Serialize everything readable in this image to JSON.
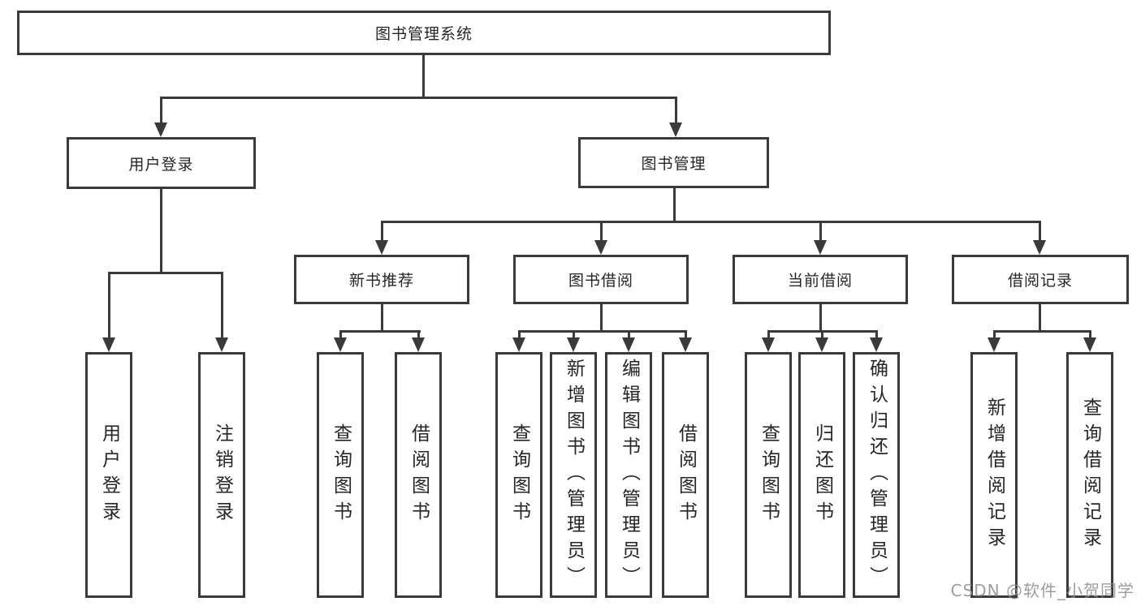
{
  "nodes": {
    "root": "图书管理系统",
    "level2": [
      "用户登录",
      "图书管理"
    ],
    "level3": [
      "新书推荐",
      "图书借阅",
      "当前借阅",
      "借阅记录"
    ],
    "leaves_login": [
      "用户登录",
      "注销登录"
    ],
    "leaves_recommend": [
      "查询图书",
      "借阅图书"
    ],
    "leaves_borrow": [
      "查询图书",
      "新增图书（管理员）",
      "编辑图书（管理员）",
      "借阅图书"
    ],
    "leaves_current": [
      "查询图书",
      "归还图书",
      "确认归还（管理员）"
    ],
    "leaves_record": [
      "新增借阅记录",
      "查询借阅记录"
    ]
  },
  "watermark": {
    "text": "CSDN @软件_小贺同学"
  },
  "colors": {
    "line": "#3a3a3a",
    "text": "#262626",
    "background": "#ffffff",
    "watermark": "#8c8c8c"
  }
}
